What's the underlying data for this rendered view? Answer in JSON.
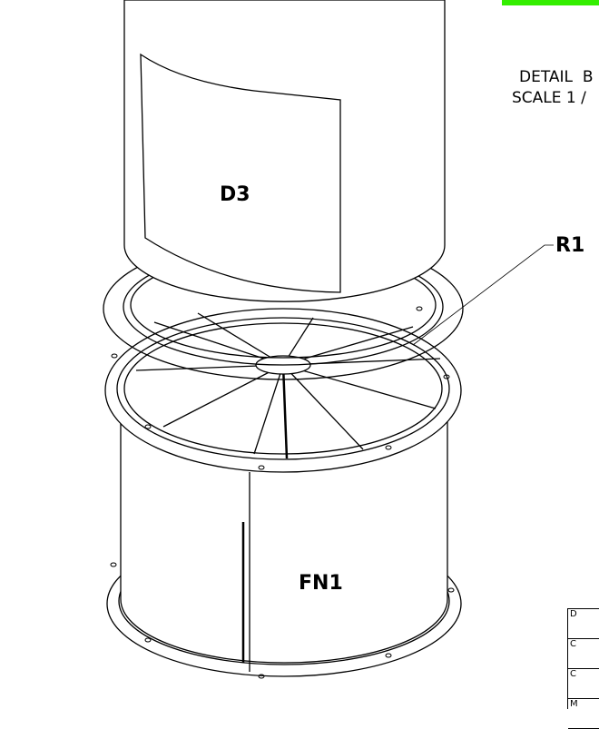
{
  "labels": {
    "duct": "D3",
    "ring": "R1",
    "fan": "FN1"
  },
  "detail": {
    "title": "DETAIL  B",
    "scale": "SCALE 1 /"
  },
  "title_block": {
    "cells": [
      "D",
      "C",
      "C",
      "M"
    ]
  },
  "colors": {
    "highlight": "#33ee00",
    "line": "#000000"
  }
}
